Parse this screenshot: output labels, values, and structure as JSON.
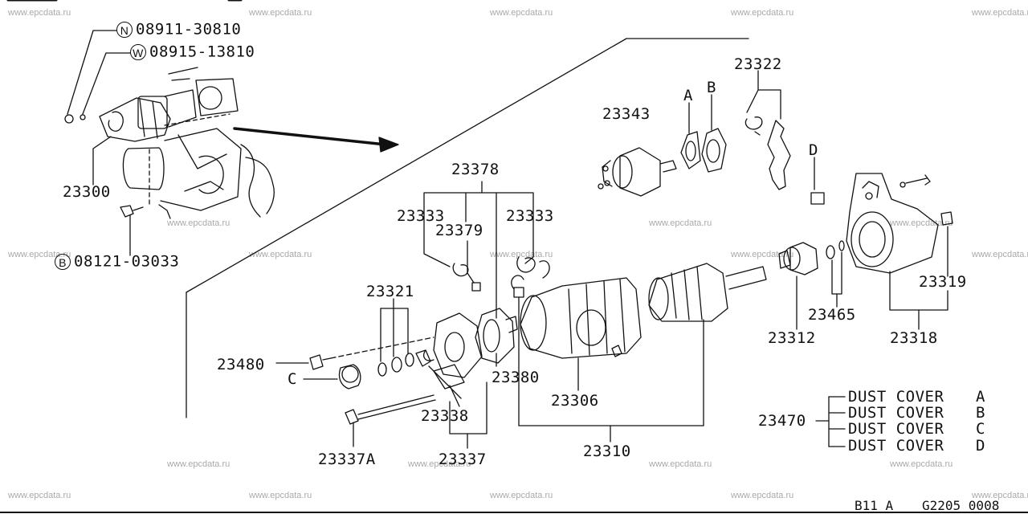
{
  "watermark": "www.epcdata.ru",
  "callouts": {
    "nut_code": "N",
    "nut_part": "08911-30810",
    "washer_code": "W",
    "washer_part": "08915-13810",
    "bolt_code": "B",
    "bolt_part": "08121-03033"
  },
  "parts": {
    "starter_assy": "23300",
    "magnetic_switch": "23343",
    "lever_set": "23322",
    "overhaul_kit": "23378",
    "brush_left": "23333",
    "brush_right": "23333",
    "brush_spring": "23379",
    "washer_set": "23321",
    "bolt": "23480",
    "brush_holder": "23380",
    "yoke": "23306",
    "bushing": "23338",
    "rear_cover": "23337",
    "through_bolt": "23337A",
    "armature_assy": "23310",
    "pinion": "23312",
    "stop_ring_set": "23465",
    "front_bushing": "23319",
    "gear_case": "23318",
    "dust_cover_kit": "23470"
  },
  "letters": {
    "a": "A",
    "b": "B",
    "c": "C",
    "d": "D"
  },
  "legend": {
    "items": [
      {
        "name": "DUST COVER",
        "code": "A"
      },
      {
        "name": "DUST COVER",
        "code": "B"
      },
      {
        "name": "DUST COVER",
        "code": "C"
      },
      {
        "name": "DUST COVER",
        "code": "D"
      }
    ]
  },
  "footer": {
    "model": "B11 A",
    "page": "G2205 0008"
  }
}
